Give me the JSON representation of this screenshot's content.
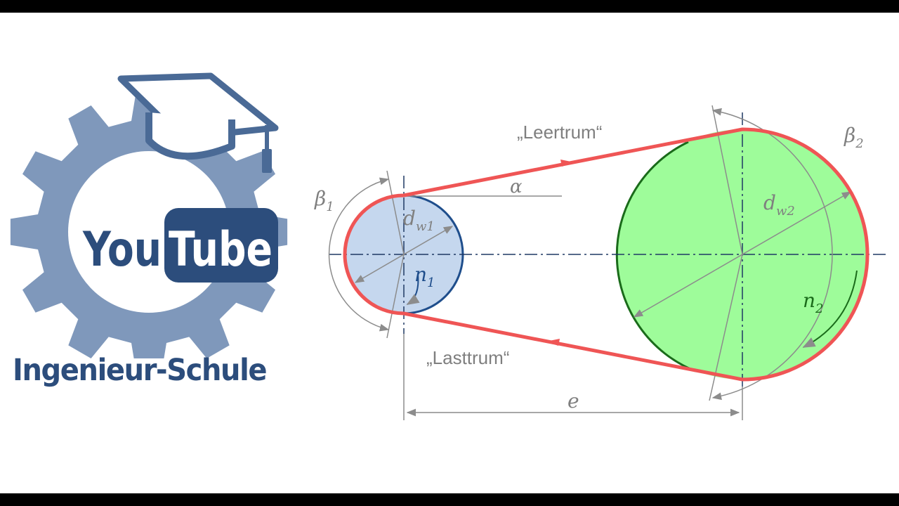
{
  "logo": {
    "wordmark_left": "You",
    "wordmark_right": "Tube",
    "brand_name": "Ingenieur-Schule",
    "icons": [
      "gear-icon",
      "graduation-cap-icon"
    ],
    "colors": {
      "gear": "#7f98bb",
      "cap": "#4a6a96",
      "brand_text": "#2c4d7c",
      "you_text": "#2c4d7c",
      "tube_box": "#2c4d7c"
    }
  },
  "diagram": {
    "labels": {
      "slack_side": "„Leertrum“",
      "tight_side": "„Lasttrum“",
      "beta1_base": "β",
      "beta1_sub": "1",
      "beta2_base": "β",
      "beta2_sub": "2",
      "alpha": "α",
      "dw1_base": "d",
      "dw1_sub": "w1",
      "dw2_base": "d",
      "dw2_sub": "w2",
      "n1_base": "n",
      "n1_sub": "1",
      "n2_base": "n",
      "n2_sub": "2",
      "center_distance": "e"
    },
    "colors": {
      "belt": "#ef5555",
      "small_pulley_fill": "#c5d7ee",
      "small_pulley_edge": "#1f4e8c",
      "large_pulley_fill": "#9efc9a",
      "large_pulley_edge": "#1a6b1a",
      "annotation": "#8c8c8c",
      "axis": "#1f3864"
    }
  }
}
